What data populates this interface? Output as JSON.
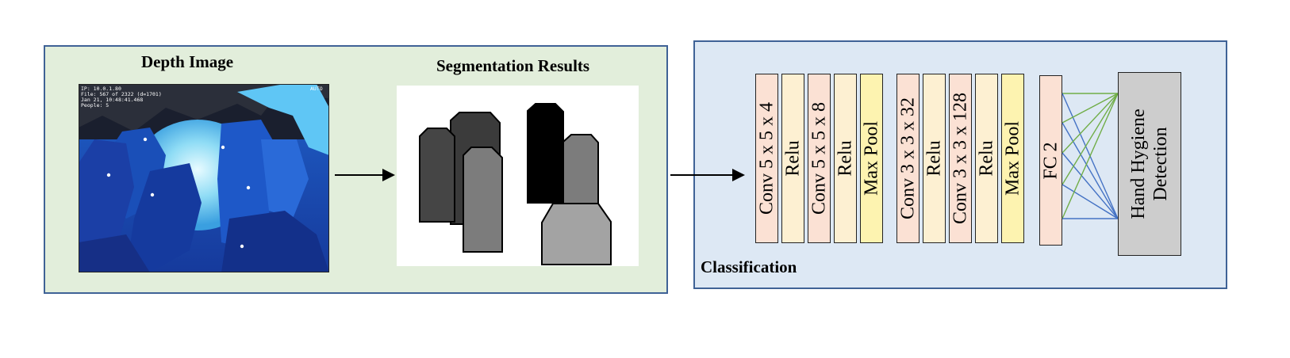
{
  "titles": {
    "depth_image": "Depth Image",
    "segmentation": "Segmentation Results",
    "classification": "Classification"
  },
  "depth_overlay": {
    "line1": "IP: 10.0.1.80",
    "line2": "File: 567 of 2322 (d=1701)",
    "line3": "Jan 21, 10:48:41.468",
    "line4": "People: 5",
    "auto": "AUTO"
  },
  "layers": [
    {
      "label": "Conv 5 x 5 x 4",
      "kind": "conv"
    },
    {
      "label": "Relu",
      "kind": "relu"
    },
    {
      "label": "Conv 5 x 5 x 8",
      "kind": "conv"
    },
    {
      "label": "Relu",
      "kind": "relu"
    },
    {
      "label": "Max Pool",
      "kind": "pool"
    },
    {
      "label": "Conv 3 x 3 x 32",
      "kind": "conv"
    },
    {
      "label": "Relu",
      "kind": "relu"
    },
    {
      "label": "Conv 3 x 3 x 128",
      "kind": "conv"
    },
    {
      "label": "Relu",
      "kind": "relu"
    },
    {
      "label": "Max Pool",
      "kind": "pool"
    }
  ],
  "fc_layer": "FC 2",
  "output": {
    "line1": "Hand Hygiene",
    "line2": "Detection"
  },
  "colors": {
    "left_panel_bg": "#e2eedb",
    "right_panel_bg": "#dde8f4",
    "panel_border": "#3f6296",
    "conv": "#fbe1d4",
    "relu": "#fdf0d2",
    "pool": "#fdf3b0",
    "output": "#cdcdcd",
    "fc_line_green": "#70ad47",
    "fc_line_blue": "#4472c4"
  }
}
